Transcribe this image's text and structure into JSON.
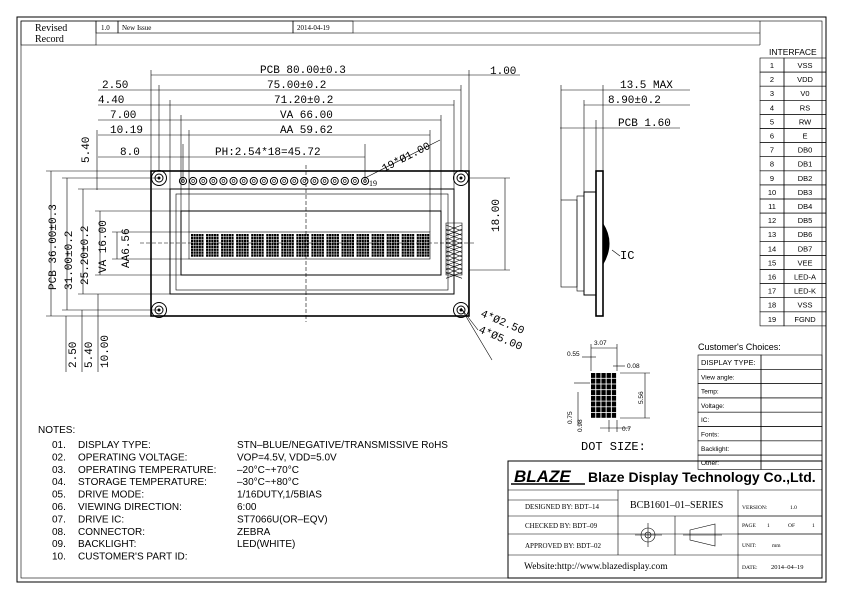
{
  "revision": {
    "label_line1": "Revised",
    "label_line2": "Record",
    "version": "1.0",
    "description": "New Issue",
    "date": "2014-04-19"
  },
  "interface": {
    "title": "INTERFACE",
    "pins": [
      {
        "no": "1",
        "name": "VSS"
      },
      {
        "no": "2",
        "name": "VDD"
      },
      {
        "no": "3",
        "name": "V0"
      },
      {
        "no": "4",
        "name": "RS"
      },
      {
        "no": "5",
        "name": "RW"
      },
      {
        "no": "6",
        "name": "E"
      },
      {
        "no": "7",
        "name": "DB0"
      },
      {
        "no": "8",
        "name": "DB1"
      },
      {
        "no": "9",
        "name": "DB2"
      },
      {
        "no": "10",
        "name": "DB3"
      },
      {
        "no": "11",
        "name": "DB4"
      },
      {
        "no": "12",
        "name": "DB5"
      },
      {
        "no": "13",
        "name": "DB6"
      },
      {
        "no": "14",
        "name": "DB7"
      },
      {
        "no": "15",
        "name": "VEE"
      },
      {
        "no": "16",
        "name": "LED-A"
      },
      {
        "no": "17",
        "name": "LED-K"
      },
      {
        "no": "18",
        "name": "VSS"
      },
      {
        "no": "19",
        "name": "FGND"
      }
    ]
  },
  "front_dims": {
    "pcb_w": "PCB 80.00±0.3",
    "right_1": "1.00",
    "d_250": "2.50",
    "d_75": "75.00±0.2",
    "d_440": "4.40",
    "d_712": "71.20±0.2",
    "d_700": "7.00",
    "va_w": "VA 66.00",
    "d_540": "5.40",
    "d_019": "10.19",
    "aa_w": "AA 59.62",
    "d_80": "8.0",
    "ph": "PH:2.54*18=45.72",
    "holes19": "19*Ø1.00",
    "pin_label": "19",
    "pcb_h": "PCB 36.00±0.3",
    "d_31": "31.00±0.2",
    "d_252": "25.20±0.2",
    "va_h": "VA 16.00",
    "aa_h": "AA6.56",
    "d_18": "18.00",
    "holes_250": "4*Ø2.50",
    "holes_500": "4*Ø5.00",
    "b_250": "2.50",
    "b_540": "5.40",
    "b_10": "10.00"
  },
  "side_dims": {
    "max": "13.5 MAX",
    "d_890": "8.90±0.2",
    "pcb_t": "PCB 1.60",
    "ic": "IC"
  },
  "dot_size": {
    "title": "DOT SIZE:",
    "w307": "3.07",
    "w055": "0.55",
    "w008": "0.08",
    "h556": "5.56",
    "h075": "0.75",
    "h098": "0.98",
    "w07": "0.7"
  },
  "notes": {
    "title": "NOTES:",
    "items": [
      {
        "num": "01.",
        "label": "DISPLAY TYPE:",
        "value": "STN–BLUE/NEGATIVE/TRANSMISSIVE RoHS"
      },
      {
        "num": "02.",
        "label": "OPERATING VOLTAGE:",
        "value": "VOP=4.5V,  VDD=5.0V"
      },
      {
        "num": "03.",
        "label": "OPERATING TEMPERATURE:",
        "value": "–20°C~+70°C"
      },
      {
        "num": "04.",
        "label": "STORAGE TEMPERATURE:",
        "value": "–30°C~+80°C"
      },
      {
        "num": "05.",
        "label": "DRIVE MODE:",
        "value": "1/16DUTY,1/5BIAS"
      },
      {
        "num": "06.",
        "label": "VIEWING DIRECTION:",
        "value": "6:00"
      },
      {
        "num": "07.",
        "label": "DRIVE IC:",
        "value": "ST7066U(OR–EQV)"
      },
      {
        "num": "08.",
        "label": "CONNECTOR:",
        "value": "ZEBRA"
      },
      {
        "num": "09.",
        "label": "BACKLIGHT:",
        "value": "LED(WHITE)"
      },
      {
        "num": "10.",
        "label": "CUSTOMER'S PART ID:",
        "value": ""
      }
    ]
  },
  "choices": {
    "title": "Customer's Choices:",
    "rows": [
      "DISPLAY TYPE:",
      "View angle:",
      "Temp:",
      "Voltage:",
      "IC:",
      "Fonts:",
      "Backlight:",
      "Other:"
    ]
  },
  "title_block": {
    "logo": "BLAZE",
    "company": "Blaze Display Technology Co.,Ltd.",
    "designed": "DESIGNED BY:  BDT–14",
    "checked": "CHECKED BY:  BDT–09",
    "approved": "APPROVED BY: BDT–02",
    "part": "BCB1601–01–SERIES",
    "version_label": "VERSION:",
    "version": "1.0",
    "page_label": "PAGE",
    "page": "1",
    "of_label": "OF",
    "of": "1",
    "unit_label": "UNIT:",
    "unit": "mm",
    "website": "Website:http://www.blazedisplay.com",
    "date_label": "DATE:",
    "date": "2014–04–19"
  }
}
